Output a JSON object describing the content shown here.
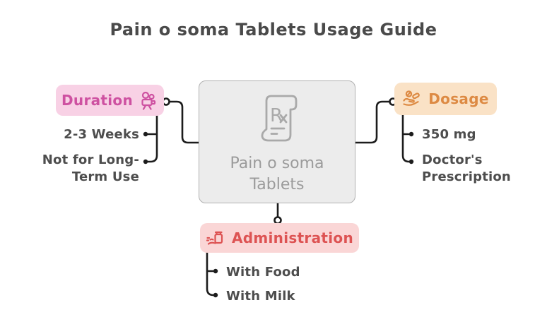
{
  "title": "Pain o soma Tablets Usage Guide",
  "center_node": {
    "label": "Pain o soma Tablets",
    "icon": "prescription-rx-icon"
  },
  "branches": {
    "duration": {
      "label": "Duration",
      "icon": "movie-camera-icon",
      "bg_color": "#f8d1e5",
      "text_color": "#ce51a1",
      "items": [
        "2-3 Weeks",
        "Not for Long-Term Use"
      ]
    },
    "dosage": {
      "label": "Dosage",
      "icon": "hand-holding-pills-icon",
      "bg_color": "#fae2c6",
      "text_color": "#dd8a43",
      "items": [
        "350 mg",
        "Doctor's Prescription"
      ]
    },
    "administration": {
      "label": "Administration",
      "icon": "medicine-bottle-icon",
      "bg_color": "#fad6d6",
      "text_color": "#dd5353",
      "items": [
        "With Food",
        "With Milk"
      ]
    }
  },
  "colors": {
    "title_text": "#4a4a4a",
    "item_text": "#4d4d4d",
    "connector": "#1c1c1c",
    "center_bg": "#ececec",
    "center_border": "#b1b1b1",
    "center_text": "#9b9b9b"
  }
}
